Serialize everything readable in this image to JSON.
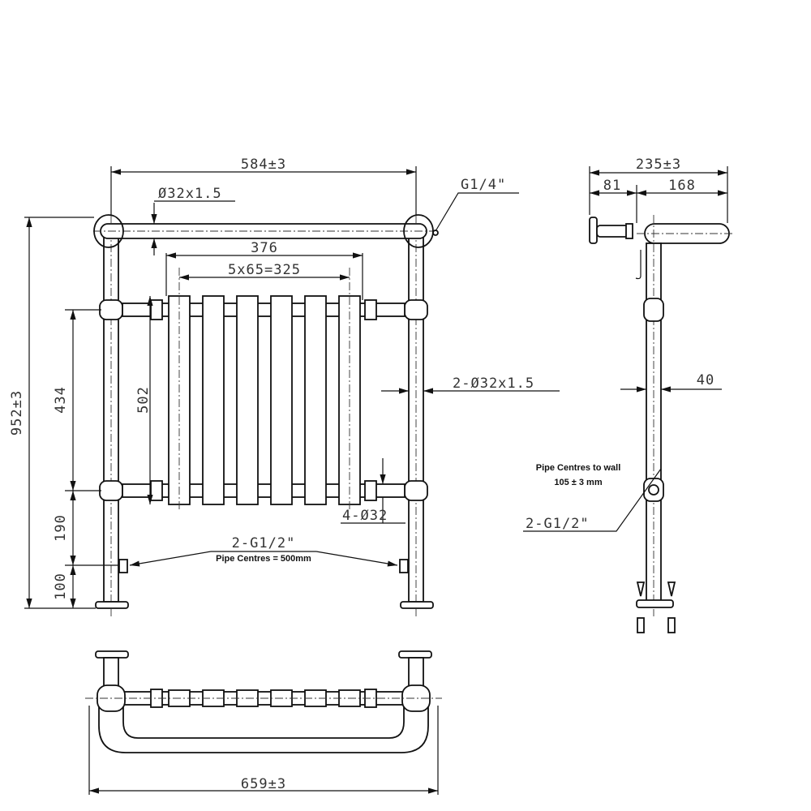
{
  "front_view": {
    "overall_width": "584±3",
    "top_rail_tube": "Ø32x1.5",
    "radiator_width": "376",
    "column_pitch": "5x65=325",
    "vent": "G1/4\"",
    "radiator_height": "502",
    "header_centres": "434",
    "overall_height": "952±3",
    "lower_to_valve": "190",
    "valve_height": "100",
    "post_tube": "2-Ø32x1.5",
    "header_tube": "4-Ø32",
    "valve_thread": "2-G1/2\"",
    "pipe_centres": "Pipe Centres = 500mm"
  },
  "side_view": {
    "overall_depth": "235±3",
    "bracket_depth": "81",
    "arm_depth": "168",
    "post_width": "40",
    "pipe_centres_wall_line1": "Pipe Centres to wall",
    "pipe_centres_wall_line2": "105 ± 3 mm",
    "valve_thread": "2-G1/2\""
  },
  "plan_view": {
    "overall_width": "659±3"
  }
}
